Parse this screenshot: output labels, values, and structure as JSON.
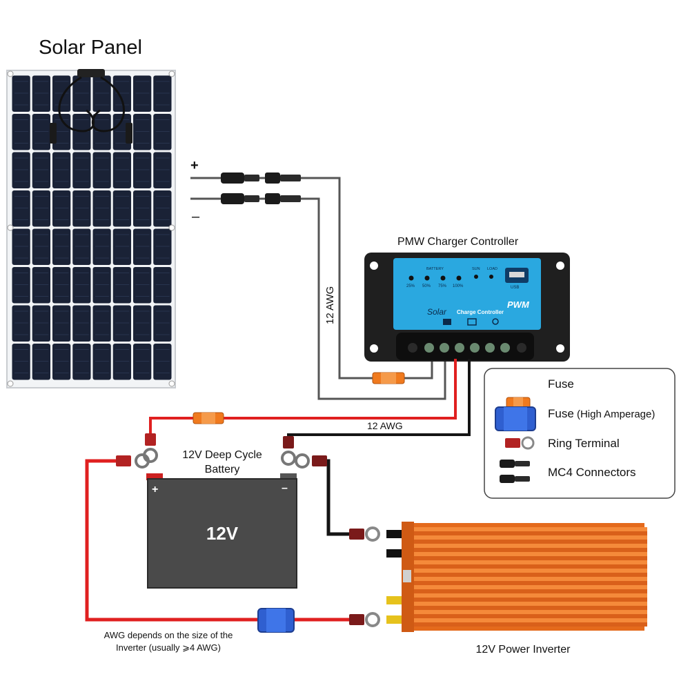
{
  "diagram": {
    "titles": {
      "solar_panel": "Solar Panel",
      "controller": "PMW Charger Controller",
      "battery": "12V Deep Cycle Battery",
      "battery_line1": "12V Deep Cycle",
      "battery_line2": "Battery",
      "inverter": "12V Power Inverter"
    },
    "polarity": {
      "plus": "+",
      "minus": "–"
    },
    "wire_labels": {
      "panel_to_controller": "12 AWG",
      "controller_to_battery": "12 AWG",
      "inverter_note_line1": "AWG depends on the size of the",
      "inverter_note_line2": "Inverter (usually ⩾4 AWG)"
    },
    "battery_face": {
      "voltage": "12V",
      "plus": "+",
      "minus": "–"
    },
    "controller_face": {
      "battery": "BATTERY",
      "sun": "SUN",
      "load": "LOAD",
      "levels": [
        "25%",
        "50%",
        "75%",
        "100%"
      ],
      "brand_script": "Solar",
      "brand_text": "Charge Controller",
      "mode": "PWM",
      "usb": "USB"
    },
    "legend": {
      "items": [
        {
          "label": "Fuse",
          "icon": "fuse-icon"
        },
        {
          "label": "Fuse",
          "sub": " (High Amperage)",
          "icon": "fuse-high-amperage-icon"
        },
        {
          "label": "Ring Terminal",
          "icon": "ring-terminal-icon"
        },
        {
          "label": "MC4 Connectors",
          "icon": "mc4-connectors-icon"
        }
      ]
    },
    "colors": {
      "positive_wire": "#e02020",
      "negative_wire": "#151515",
      "panel_wire": "#555555",
      "fuse": "#f07a1e",
      "fuse_high": "#2f5fd0",
      "controller_face": "#2aa8e0",
      "inverter": "#f07020",
      "battery": "#4a4a4a"
    }
  }
}
